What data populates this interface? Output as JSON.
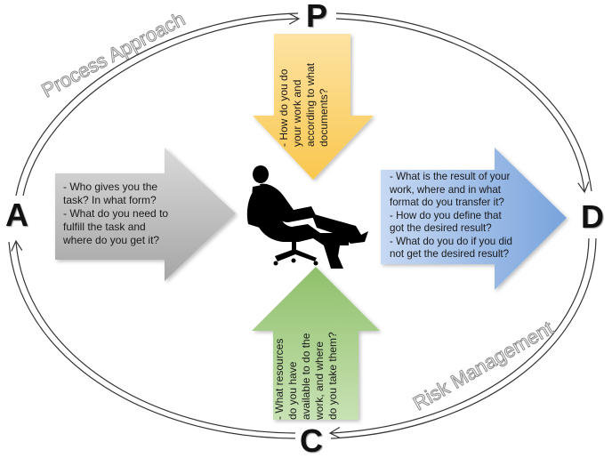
{
  "nodes": {
    "p": "P",
    "d": "D",
    "c": "C",
    "a": "A"
  },
  "curve_labels": {
    "top_left": "Process Approach",
    "bottom_right": "Risk Management"
  },
  "arrows": {
    "a": {
      "color": "#bfbfbf",
      "lines": [
        "- Who gives you the",
        "task? In what form?",
        "- What do you need to",
        "fulfill the task and",
        "where do you get it?"
      ]
    },
    "p": {
      "color": "#fcd57e",
      "lines": [
        "- How do you do",
        "your work and",
        "according to what",
        "documents?"
      ]
    },
    "d": {
      "color": "#9bbbe8",
      "lines": [
        "- What is the result of your",
        "work, where and in what",
        "format do you transfer it?",
        "- How do you define that",
        "got the desired result?",
        "- What do you  do if you did",
        "not get the desired result?"
      ]
    },
    "c": {
      "color": "#a9cf8c",
      "lines": [
        "- What resources",
        "do you have",
        "available to do the",
        "work, and where",
        "do you take them?"
      ]
    }
  },
  "center_icon": "businessman-in-office-chair-icon",
  "colors": {
    "cycle_line": "#333333",
    "curve_label_fill": "#ffffff",
    "curve_label_stroke": "#8c8c8c"
  }
}
